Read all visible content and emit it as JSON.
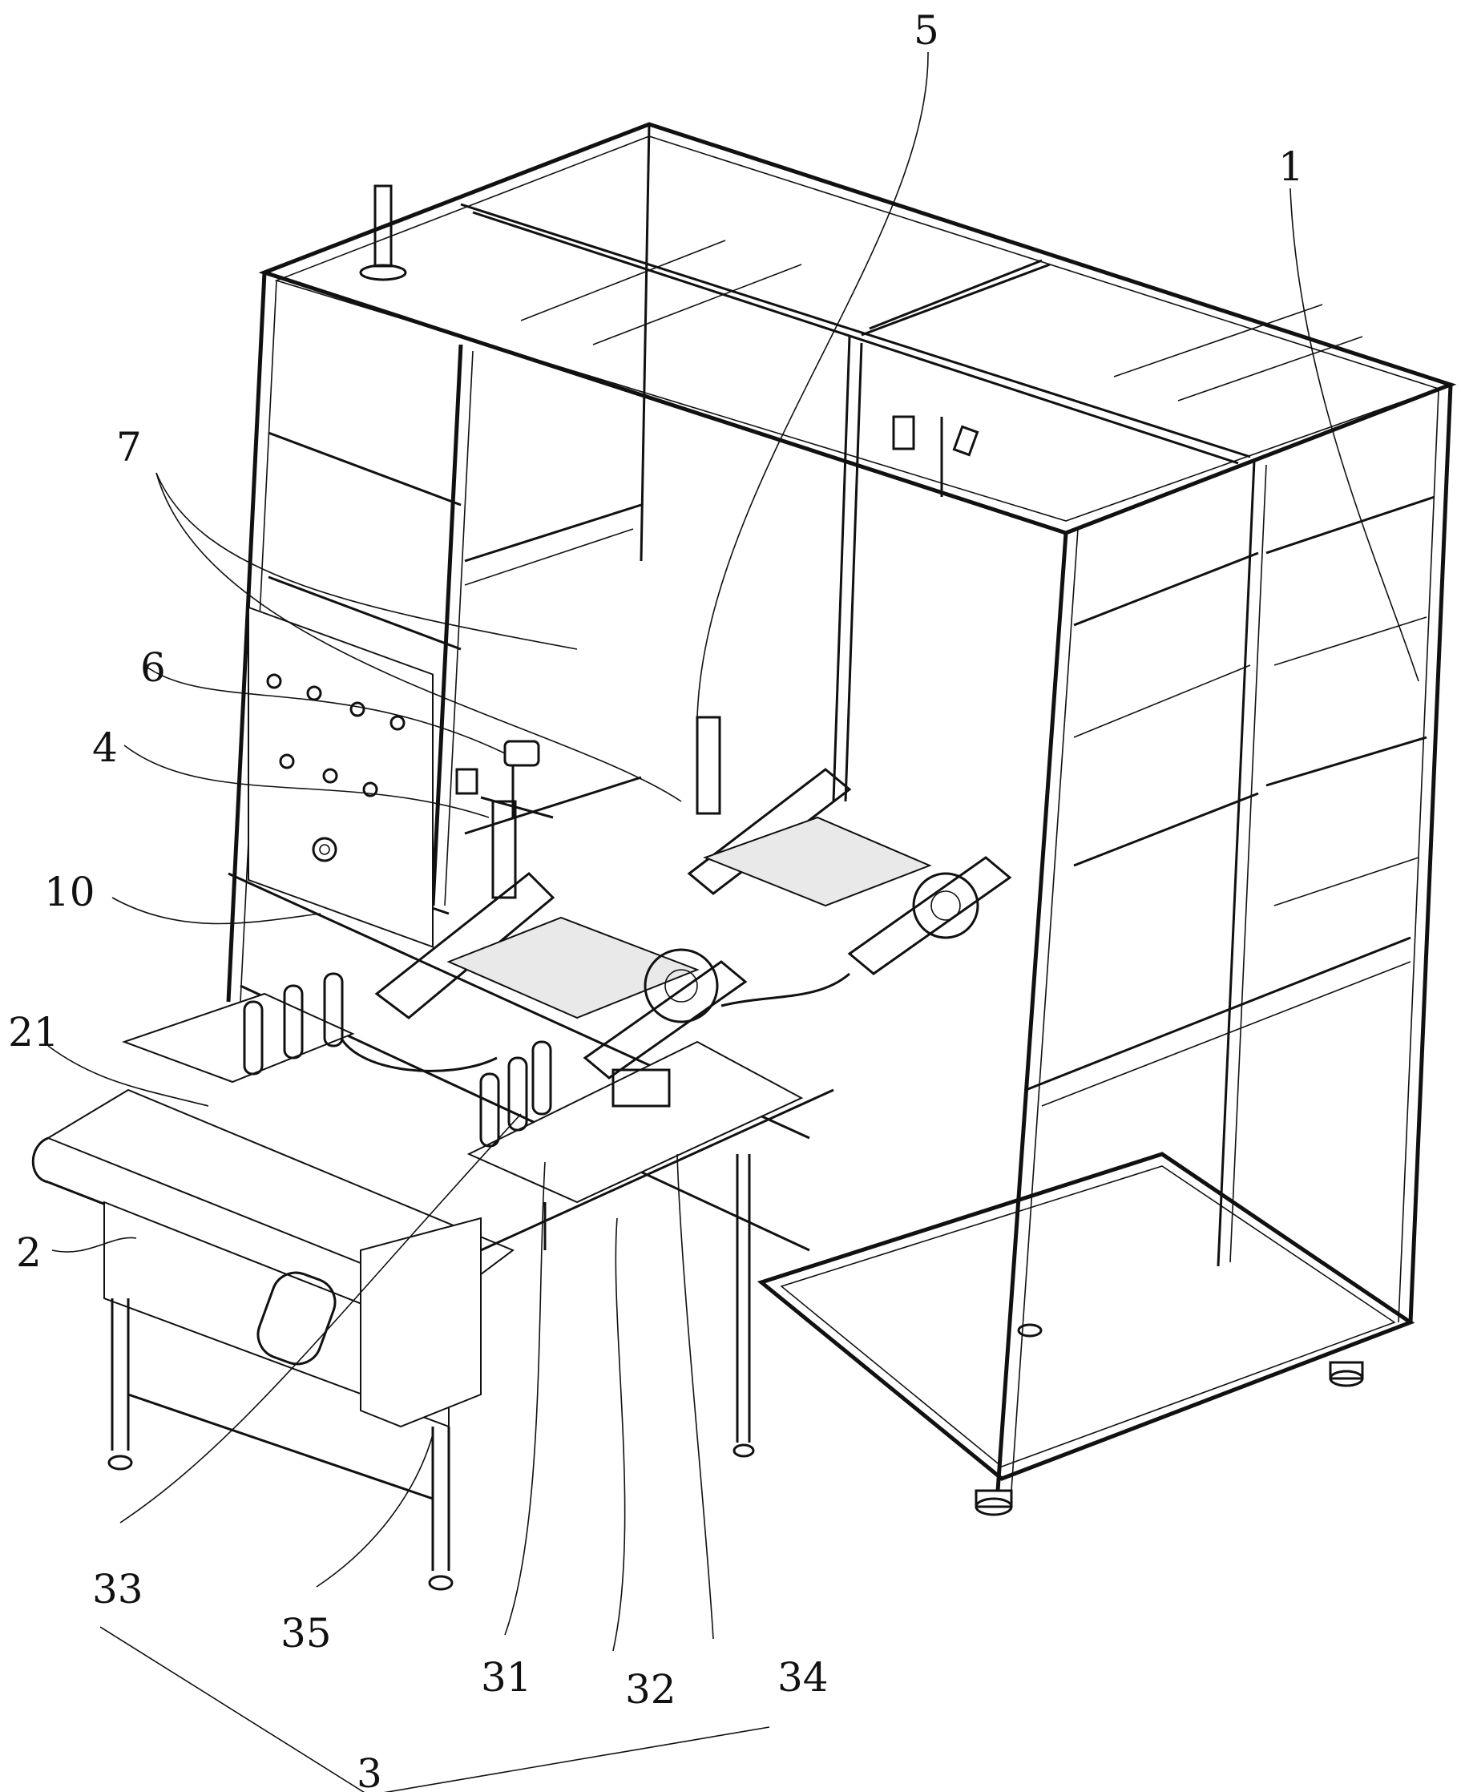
{
  "figure": {
    "type": "patent line drawing",
    "subject": "perspective view of automated machine with aluminium-profile frame and conveyor",
    "line_color": "#111111",
    "background": "#ffffff"
  },
  "labels": [
    {
      "id": "label-5",
      "text": "5"
    },
    {
      "id": "label-1",
      "text": "1"
    },
    {
      "id": "label-7",
      "text": "7"
    },
    {
      "id": "label-6",
      "text": "6"
    },
    {
      "id": "label-4",
      "text": "4"
    },
    {
      "id": "label-10",
      "text": "10"
    },
    {
      "id": "label-21",
      "text": "21"
    },
    {
      "id": "label-2",
      "text": "2"
    },
    {
      "id": "label-33",
      "text": "33"
    },
    {
      "id": "label-35",
      "text": "35"
    },
    {
      "id": "label-31",
      "text": "31"
    },
    {
      "id": "label-32",
      "text": "32"
    },
    {
      "id": "label-34",
      "text": "34"
    },
    {
      "id": "label-3",
      "text": "3"
    }
  ]
}
